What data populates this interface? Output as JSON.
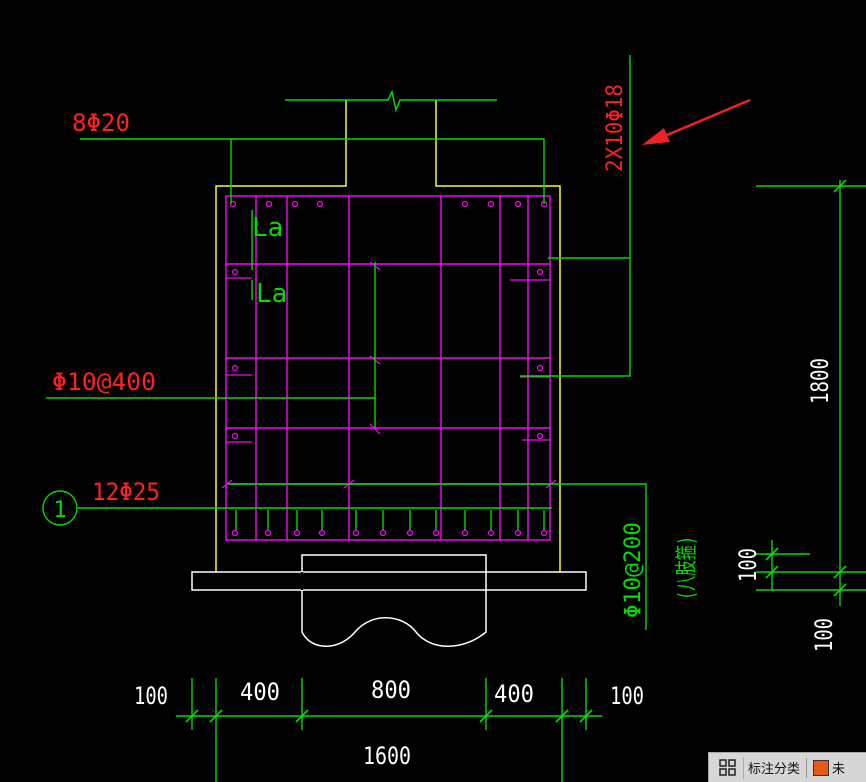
{
  "labels": {
    "top_rebar": "8Φ20",
    "side_rebar_right": "2X10Φ18",
    "waist_rebar": "Φ10@400",
    "bottom_rebar": "12Φ25",
    "stirrup_line1": "Φ10@200",
    "stirrup_line2": "(八肢箍)",
    "anchorage_1": "La",
    "anchorage_2": "La",
    "axis_marker": "1"
  },
  "dimensions": {
    "width_100_left": "100",
    "width_400_left": "400",
    "width_800": "800",
    "width_400_right": "400",
    "width_100_right": "100",
    "width_total": "1600",
    "height_1800": "1800",
    "height_100_upper": "100",
    "height_100_lower": "100"
  },
  "panel": {
    "label": "标注分类",
    "tail": "未"
  },
  "colors": {
    "rebar_label": "#ff2020",
    "leader": "#00dd00",
    "stirrup": "#ff00ff",
    "outline": "#ffff00",
    "dim_text": "#ffffff",
    "arrow": "#ee2222"
  }
}
